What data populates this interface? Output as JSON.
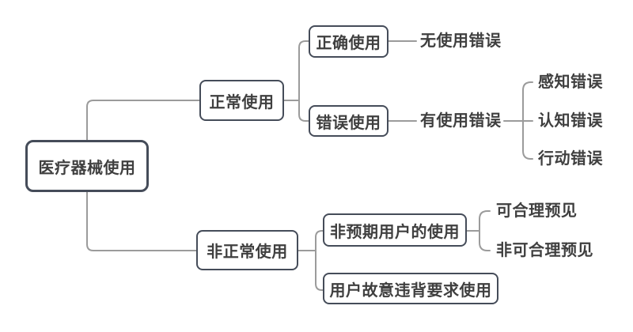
{
  "diagram": {
    "title": "医疗器械使用 mind map",
    "type": "tree-diagram",
    "colors": {
      "background": "#ffffff",
      "box_border": "#454c59",
      "box_fill": "#ffffff",
      "text": "#3f3f3f",
      "connector": "#9b9b9b"
    }
  },
  "nodes": {
    "root": {
      "label": "医疗器械使用",
      "level": 0
    },
    "normal_use": {
      "label": "正常使用",
      "level": 1,
      "parent": "root"
    },
    "abnormal_use": {
      "label": "非正常使用",
      "level": 1,
      "parent": "root"
    },
    "correct_use": {
      "label": "正确使用",
      "level": 2,
      "parent": "normal_use"
    },
    "wrong_use": {
      "label": "错误使用",
      "level": 2,
      "parent": "normal_use"
    },
    "no_use_error": {
      "label": "无使用错误",
      "level": 3,
      "parent": "correct_use"
    },
    "has_use_error": {
      "label": "有使用错误",
      "level": 3,
      "parent": "wrong_use"
    },
    "perception_error": {
      "label": "感知错误",
      "level": 4,
      "parent": "has_use_error"
    },
    "cognition_error": {
      "label": "认知错误",
      "level": 4,
      "parent": "has_use_error"
    },
    "action_error": {
      "label": "行动错误",
      "level": 4,
      "parent": "has_use_error"
    },
    "unintended_user_use": {
      "label": "非预期用户的使用",
      "level": 2,
      "parent": "abnormal_use"
    },
    "reasonably_foreseeable": {
      "label": "可合理预见",
      "level": 3,
      "parent": "unintended_user_use"
    },
    "not_reasonably_foreseeable": {
      "label": "非可合理预见",
      "level": 3,
      "parent": "unintended_user_use"
    },
    "intentional_misuse": {
      "label": "用户故意违背要求使用",
      "level": 2,
      "parent": "abnormal_use"
    }
  }
}
